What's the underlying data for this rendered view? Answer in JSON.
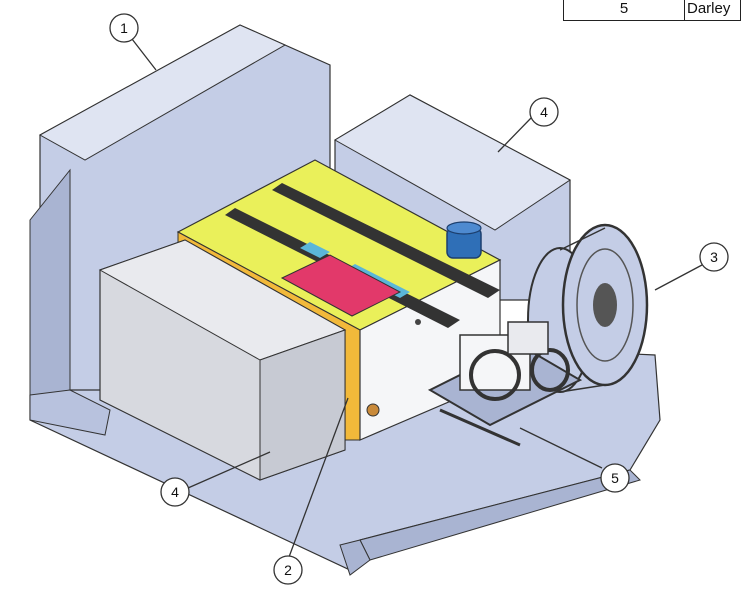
{
  "parts_table": {
    "item_number": "5",
    "item_name": "Darley"
  },
  "callouts": [
    "1",
    "2",
    "3",
    "4",
    "4",
    "5"
  ],
  "colors": {
    "panel_blue": "#c4cde6",
    "panel_blue_dark": "#a9b4d2",
    "panel_blue_light": "#dfe4f2",
    "tank_yellow": "#eaf05a",
    "tank_orange": "#f2b93a",
    "opening_red": "#e2396a",
    "cap_blue": "#2f6fb7",
    "frame_dark": "#333333",
    "grey_box": "#d7d9df"
  }
}
